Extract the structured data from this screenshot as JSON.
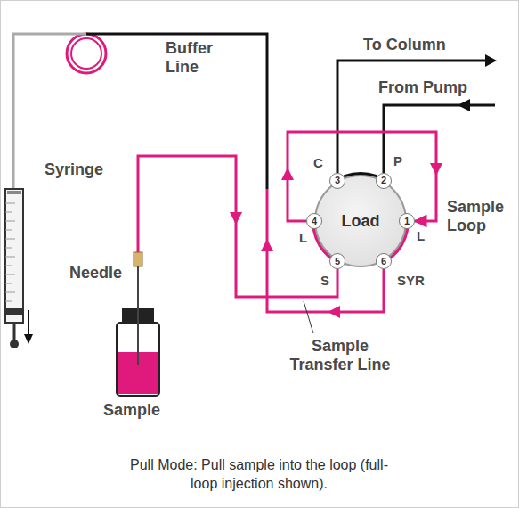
{
  "diagram": {
    "caption": "Pull Mode: Pull sample into the loop (full-loop injection shown).",
    "nodes": [
      {
        "text": [
          "Load"
        ]
      },
      {
        "text": [
          "1"
        ],
        "in": 0
      },
      {
        "text": [
          "2"
        ],
        "in": 0
      },
      {
        "text": [
          "3"
        ],
        "in": 0
      },
      {
        "text": [
          "4"
        ],
        "in": 0
      },
      {
        "text": [
          "5"
        ],
        "in": 0
      },
      {
        "text": [
          "6"
        ],
        "in": 0
      }
    ],
    "edges": [
      {
        "from": 4,
        "to": 1,
        "arrow": "to"
      },
      {
        "from": 2,
        "to": 3,
        "arrow": "none"
      },
      {
        "from": 5,
        "to": 4,
        "arrow": "none"
      },
      {
        "from": 1,
        "to": 6,
        "arrow": "none"
      }
    ],
    "labels": [
      "C",
      "P",
      "L",
      "L",
      "S",
      "SYR",
      "Syringe",
      "Buffer Line",
      "To Column",
      "From Pump",
      "Sample Loop",
      "Needle",
      "Sample",
      "Sample Transfer Line"
    ]
  }
}
